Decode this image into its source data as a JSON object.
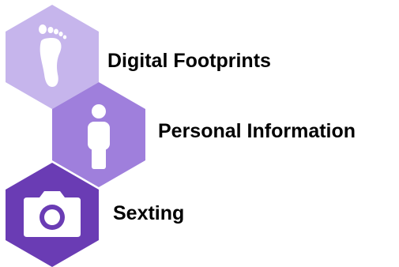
{
  "items": [
    {
      "label": "Digital Footprints",
      "icon": "footprint-icon",
      "color": "#c6b5ec"
    },
    {
      "label": "Personal Information",
      "icon": "person-icon",
      "color": "#9f7fdc"
    },
    {
      "label": "Sexting",
      "icon": "camera-icon",
      "color": "#6a3cb4"
    }
  ],
  "icon_color": "#ffffff",
  "text_color": "#000000"
}
